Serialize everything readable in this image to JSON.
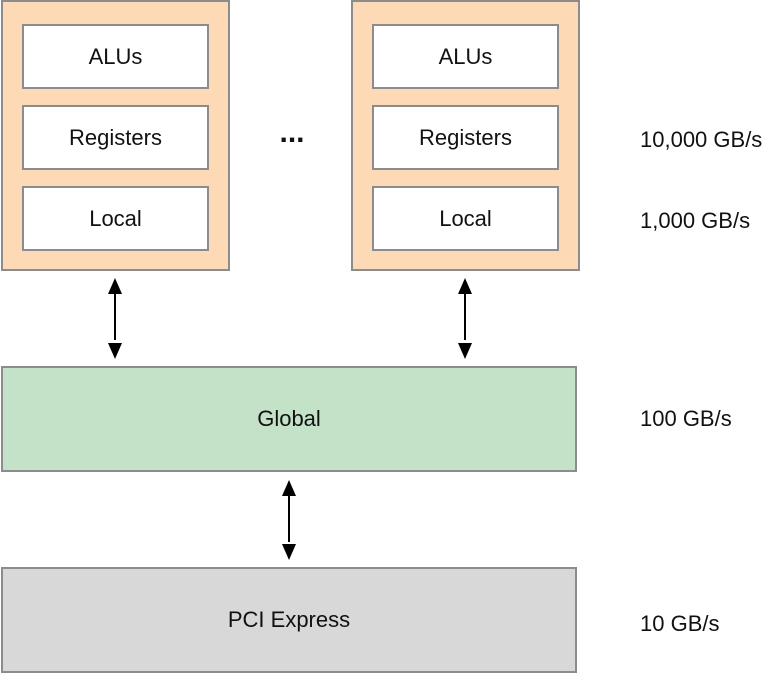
{
  "compute_units": [
    {
      "alus_label": "ALUs",
      "registers_label": "Registers",
      "local_label": "Local"
    },
    {
      "alus_label": "ALUs",
      "registers_label": "Registers",
      "local_label": "Local"
    }
  ],
  "ellipsis": "...",
  "global": {
    "label": "Global"
  },
  "pci": {
    "label": "PCI Express"
  },
  "bandwidth": {
    "registers": "10,000 GB/s",
    "local": "1,000 GB/s",
    "global": "100 GB/s",
    "pci": "10 GB/s"
  },
  "colors": {
    "compute_unit_fill": "#fdd9b5",
    "global_fill": "#c3e2c8",
    "pci_fill": "#d8d8d8",
    "border": "#8c8c8c",
    "arrow": "#000000"
  }
}
